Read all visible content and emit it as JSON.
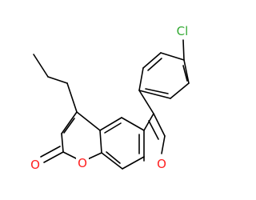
{
  "molecule": {
    "atoms": {
      "chlorine": {
        "label": "Cl",
        "color": "#33aa33"
      },
      "furan_oxygen": {
        "label": "O",
        "color": "#ff2020"
      },
      "pyranone_ring_oxygen": {
        "label": "O",
        "color": "#ff2020"
      },
      "carbonyl_oxygen": {
        "label": "O",
        "color": "#ff2020"
      }
    },
    "bond_color": "#000000"
  }
}
